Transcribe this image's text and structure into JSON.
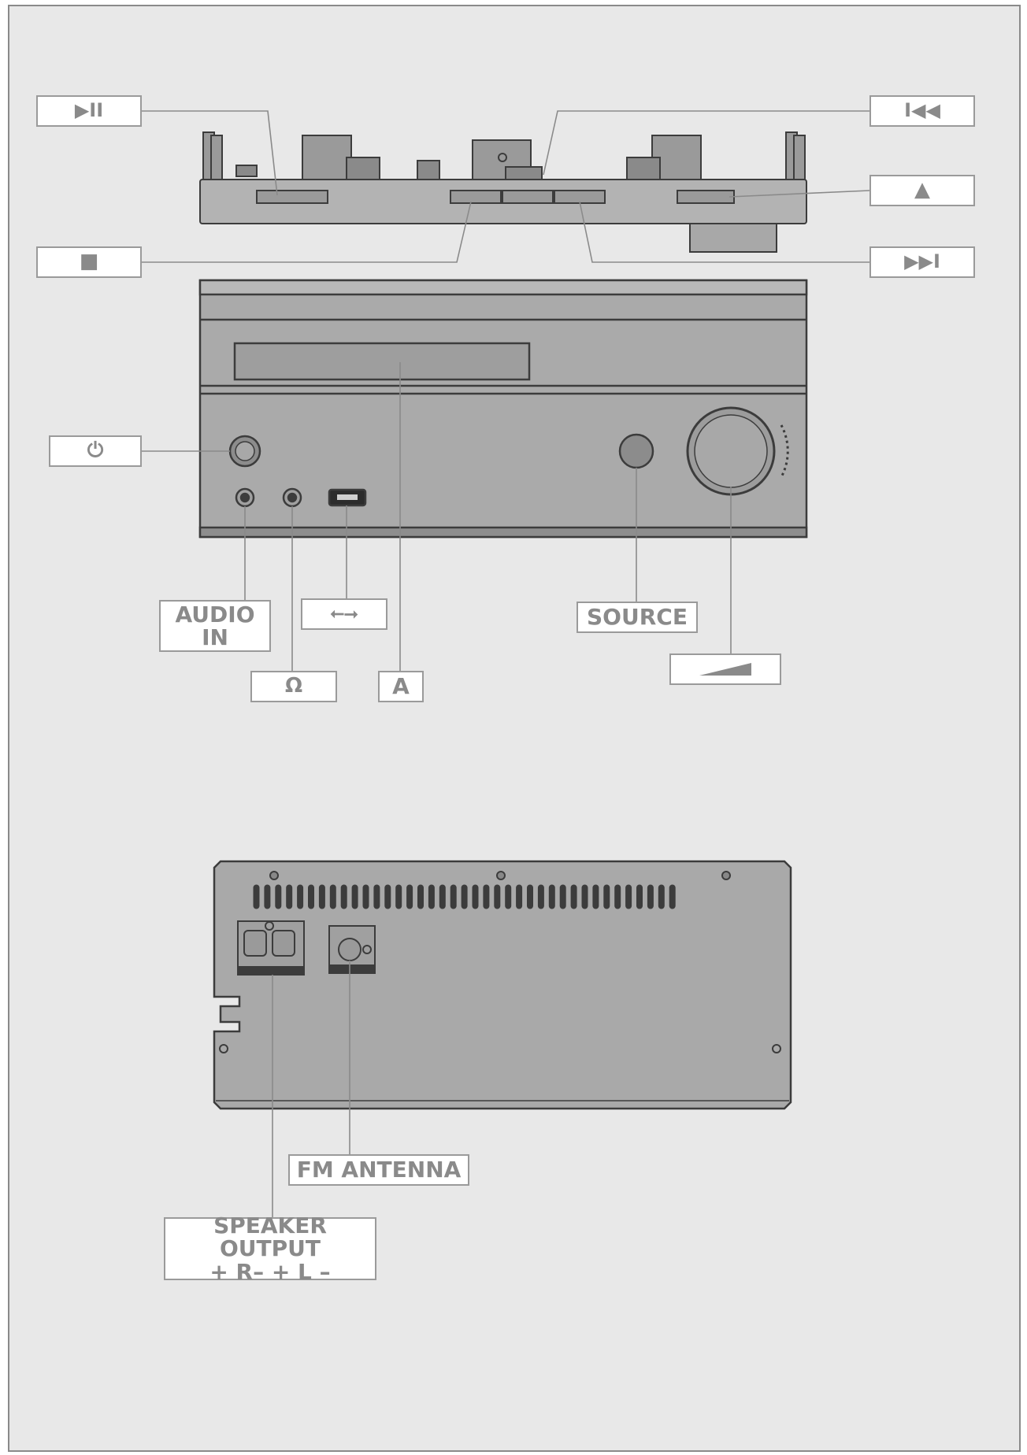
{
  "labels": {
    "play_pause": "▶II",
    "prev": "I◀◀",
    "stop": "■",
    "eject": "▲",
    "next": "▶▶I",
    "power": "⏻",
    "audio_in_1": "AUDIO",
    "audio_in_2": "IN",
    "usb": "⭠⭢",
    "source": "SOURCE",
    "headphones": "Ω",
    "cd_slot": "A",
    "fm_antenna": "FM ANTENNA",
    "speaker_output_1": "SPEAKER OUTPUT",
    "speaker_output_2": "+ R–   + L –"
  },
  "colors": {
    "page_bg": "#e8e8e8",
    "device": "#a9a9a9",
    "device_dark": "#3c3c3c",
    "label_text": "#8a8a8a"
  }
}
